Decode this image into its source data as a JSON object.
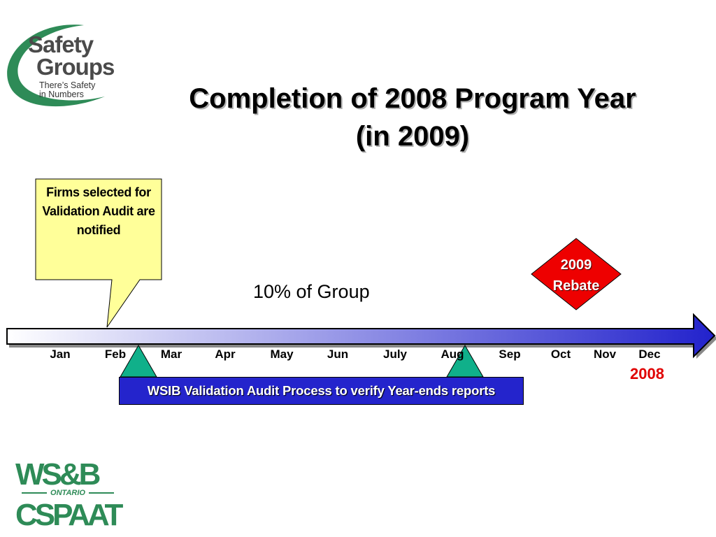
{
  "logo": {
    "name_line1": "Safety",
    "name_line2": "Groups",
    "tagline_line1": "There’s Safety",
    "tagline_line2": "in Numbers"
  },
  "title": {
    "line1": "Completion of 2008 Program Year",
    "line2": "(in 2009)"
  },
  "callout": {
    "text": "Firms selected for Validation Audit are notified",
    "fill": "#ffff99"
  },
  "group_label": "10% of Group",
  "rebate": {
    "line1": "2009",
    "line2": "Rebate",
    "fill": "#ee0000"
  },
  "timeline": {
    "months": [
      "Jan",
      "Feb",
      "Mar",
      "Apr",
      "May",
      "Jun",
      "July",
      "Aug",
      "Sep",
      "Oct",
      "Nov",
      "Dec"
    ],
    "year": "2008",
    "gradient_start": "#ffffff",
    "gradient_end": "#2222cc"
  },
  "process": {
    "label": "WSIB Validation Audit Process to verify Year-ends reports"
  },
  "markers": {
    "color": "#10b08a"
  },
  "footer_logo": {
    "top": "WS&B",
    "middle": "ONTARIO",
    "bottom": "CSPAAT"
  },
  "colors": {
    "brand_green": "#2e8b57",
    "year_red": "#e00000",
    "process_blue": "#2424cc"
  }
}
